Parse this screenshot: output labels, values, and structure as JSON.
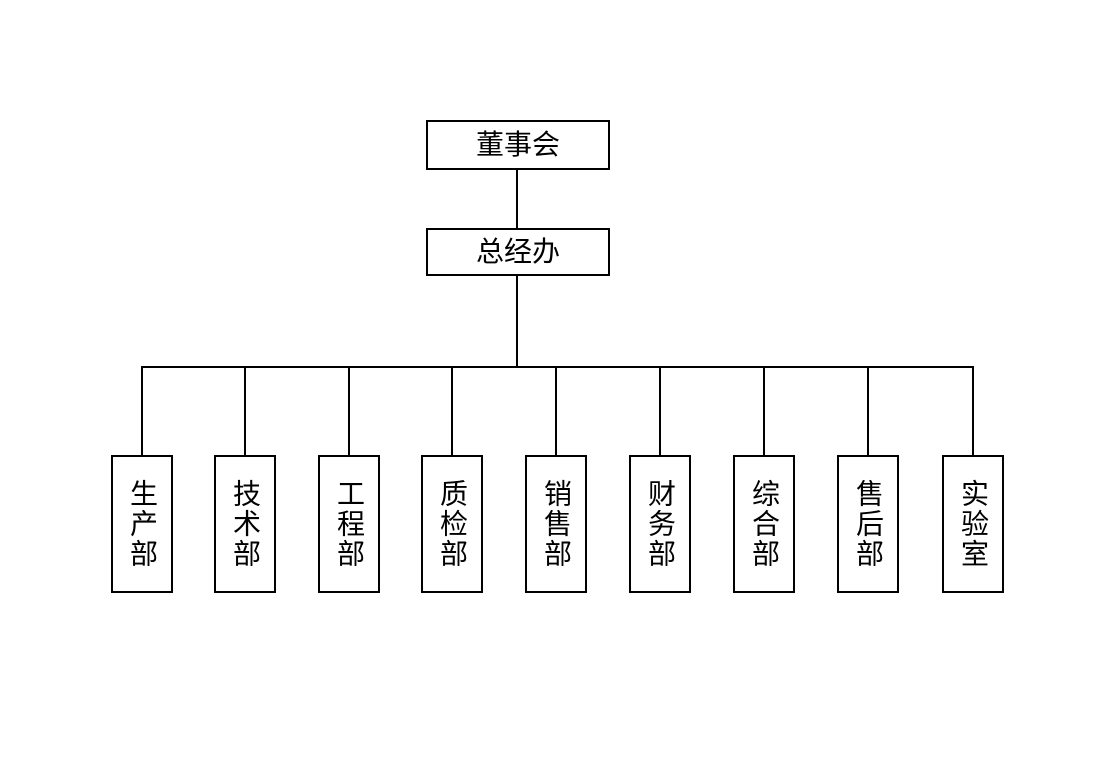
{
  "org_chart": {
    "root_label": "董事会",
    "office_label": "总经办",
    "departments": [
      "生产部",
      "技术部",
      "工程部",
      "质检部",
      "销售部",
      "财务部",
      "综合部",
      "售后部",
      "实验室"
    ]
  },
  "style": {
    "line_color": "#000000",
    "text_color": "#000000",
    "box_background": "#ffffff",
    "background_color": "#ffffff"
  }
}
